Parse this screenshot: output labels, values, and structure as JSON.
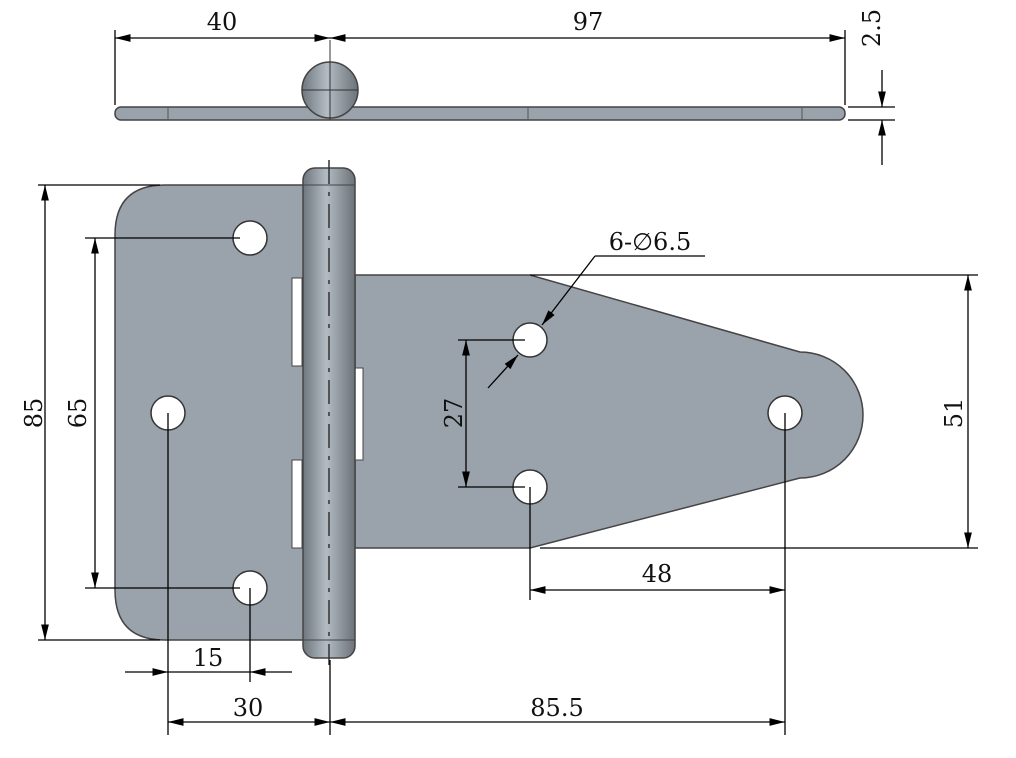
{
  "title": "T-strap hinge dimension drawing",
  "colors": {
    "metal": "#9aa3ab",
    "line": "#000000"
  },
  "dimensions": {
    "top_left_width": "40",
    "top_right_width": "97",
    "thickness": "2.5",
    "overall_height": "85",
    "hole_spacing_left": "65",
    "hole_spacing_strap": "27",
    "strap_width": "51",
    "strap_hole_distance": "48",
    "left_hole_offset": "15",
    "left_to_pin": "30",
    "pin_to_strap_hole": "85.5",
    "hole_callout": "6-∅6.5"
  }
}
